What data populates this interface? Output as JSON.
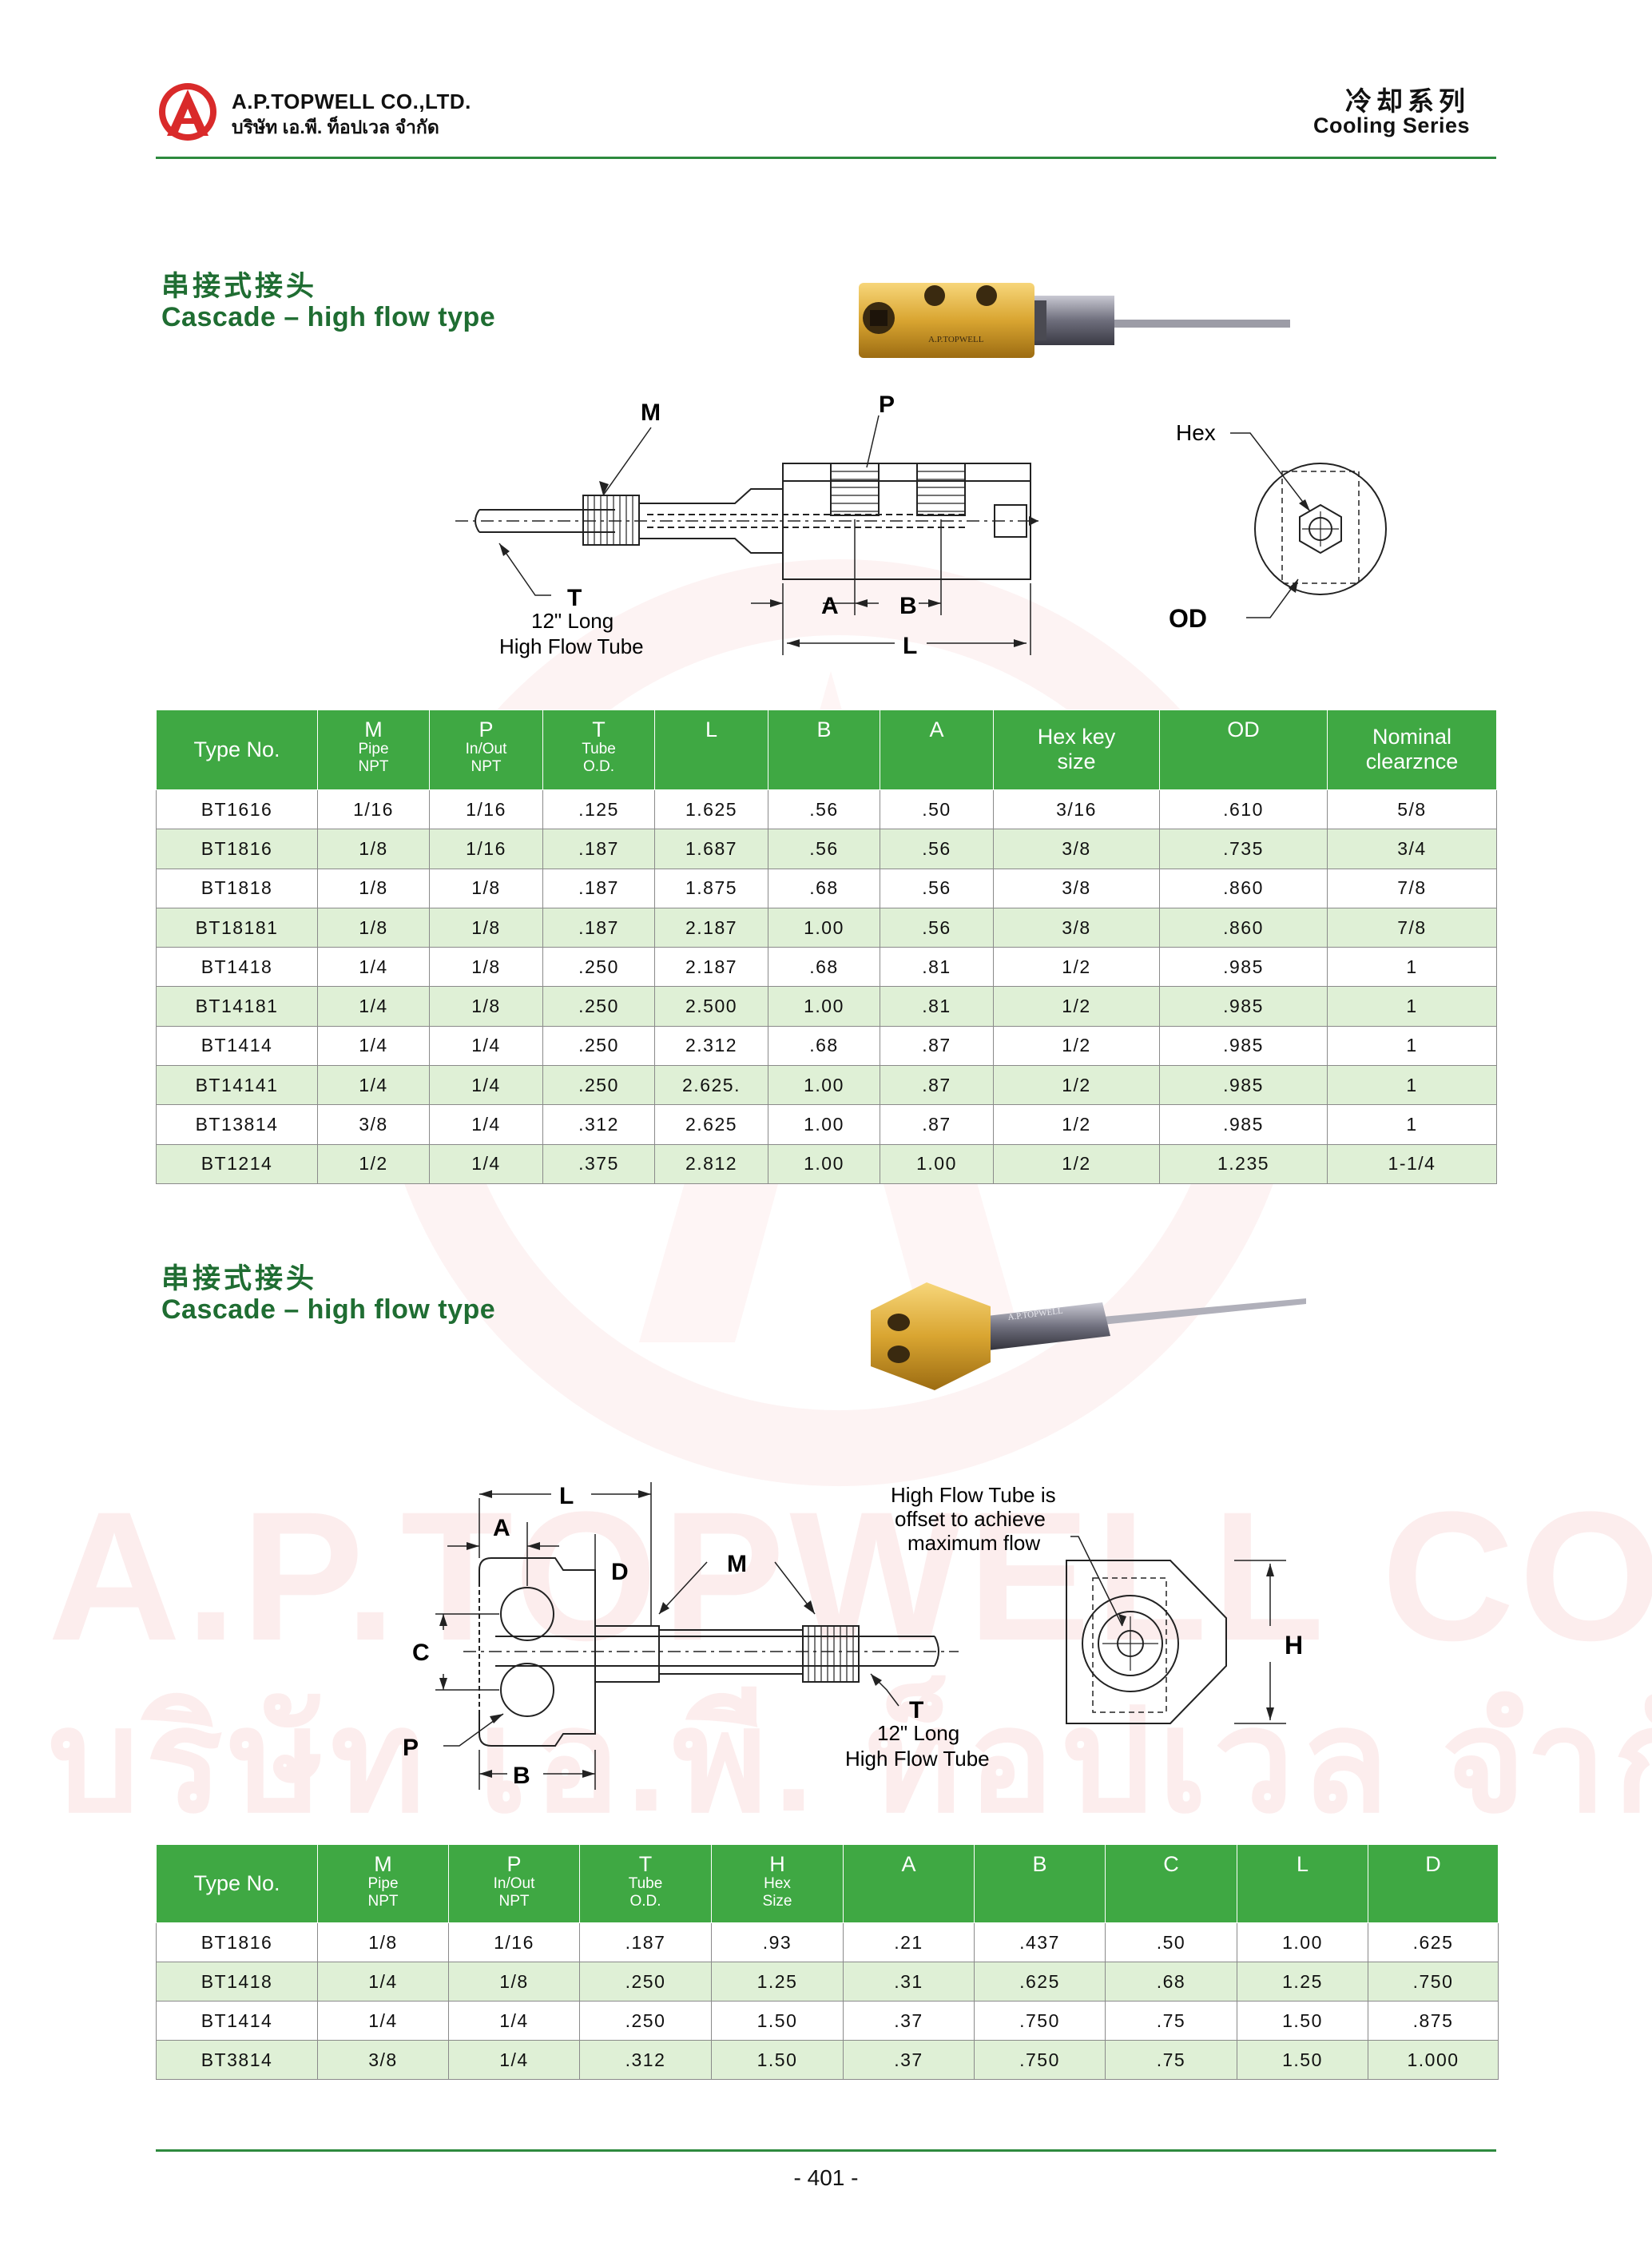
{
  "header": {
    "company_en": "A.P.TOPWELL CO.,LTD.",
    "company_th": "บริษัท เอ.พี. ท็อปเวล จำกัด",
    "series_zh": "冷却系列",
    "series_en": "Cooling Series"
  },
  "watermark": {
    "line1": "A.P.TOPWELL CO.,LTD",
    "line2": "บริษัท เอ.พี. ท็อปเวล จำกัด"
  },
  "section1": {
    "title_zh": "串接式接头",
    "title_en": "Cascade – high flow type",
    "product_marking": "A.P.TOPWELL",
    "diagram": {
      "m": "M",
      "p": "P",
      "t": "T",
      "a": "A",
      "b": "B",
      "l": "L",
      "hex": "Hex",
      "od": "OD",
      "tube_line1": "12\" Long",
      "tube_line2": "High Flow Tube"
    },
    "table": {
      "headers": {
        "type_no": "Type No.",
        "m": "M",
        "m_sub1": "Pipe",
        "m_sub2": "NPT",
        "p": "P",
        "p_sub1": "In/Out",
        "p_sub2": "NPT",
        "t": "T",
        "t_sub1": "Tube",
        "t_sub2": "O.D.",
        "l": "L",
        "b": "B",
        "a": "A",
        "hex1": "Hex key",
        "hex2": "size",
        "od": "OD",
        "nom1": "Nominal",
        "nom2": "clearznce"
      },
      "rows": [
        [
          "BT1616",
          "1/16",
          "1/16",
          ".125",
          "1.625",
          ".56",
          ".50",
          "3/16",
          ".610",
          "5/8"
        ],
        [
          "BT1816",
          "1/8",
          "1/16",
          ".187",
          "1.687",
          ".56",
          ".56",
          "3/8",
          ".735",
          "3/4"
        ],
        [
          "BT1818",
          "1/8",
          "1/8",
          ".187",
          "1.875",
          ".68",
          ".56",
          "3/8",
          ".860",
          "7/8"
        ],
        [
          "BT18181",
          "1/8",
          "1/8",
          ".187",
          "2.187",
          "1.00",
          ".56",
          "3/8",
          ".860",
          "7/8"
        ],
        [
          "BT1418",
          "1/4",
          "1/8",
          ".250",
          "2.187",
          ".68",
          ".81",
          "1/2",
          ".985",
          "1"
        ],
        [
          "BT14181",
          "1/4",
          "1/8",
          ".250",
          "2.500",
          "1.00",
          ".81",
          "1/2",
          ".985",
          "1"
        ],
        [
          "BT1414",
          "1/4",
          "1/4",
          ".250",
          "2.312",
          ".68",
          ".87",
          "1/2",
          ".985",
          "1"
        ],
        [
          "BT14141",
          "1/4",
          "1/4",
          ".250",
          "2.625.",
          "1.00",
          ".87",
          "1/2",
          ".985",
          "1"
        ],
        [
          "BT13814",
          "3/8",
          "1/4",
          ".312",
          "2.625",
          "1.00",
          ".87",
          "1/2",
          ".985",
          "1"
        ],
        [
          "BT1214",
          "1/2",
          "1/4",
          ".375",
          "2.812",
          "1.00",
          "1.00",
          "1/2",
          "1.235",
          "1-1/4"
        ]
      ]
    }
  },
  "section2": {
    "title_zh": "串接式接头",
    "title_en": "Cascade – high flow type",
    "product_marking": "A.P.TOPWELL",
    "diagram": {
      "a": "A",
      "l": "L",
      "d": "D",
      "m": "M",
      "c": "C",
      "p": "P",
      "b": "B",
      "t": "T",
      "h": "H",
      "note1": "High Flow Tube is",
      "note2": "offset to achieve",
      "note3": "maximum flow",
      "tube_line1": "12\" Long",
      "tube_line2": "High Flow Tube"
    },
    "table": {
      "headers": {
        "type_no": "Type No.",
        "m": "M",
        "m_sub1": "Pipe",
        "m_sub2": "NPT",
        "p": "P",
        "p_sub1": "In/Out",
        "p_sub2": "NPT",
        "t": "T",
        "t_sub1": "Tube",
        "t_sub2": "O.D.",
        "h": "H",
        "h_sub1": "Hex",
        "h_sub2": "Size",
        "a": "A",
        "b": "B",
        "c": "C",
        "l": "L",
        "d": "D"
      },
      "rows": [
        [
          "BT1816",
          "1/8",
          "1/16",
          ".187",
          ".93",
          ".21",
          ".437",
          ".50",
          "1.00",
          ".625"
        ],
        [
          "BT1418",
          "1/4",
          "1/8",
          ".250",
          "1.25",
          ".31",
          ".625",
          ".68",
          "1.25",
          ".750"
        ],
        [
          "BT1414",
          "1/4",
          "1/4",
          ".250",
          "1.50",
          ".37",
          ".750",
          ".75",
          "1.50",
          ".875"
        ],
        [
          "BT3814",
          "3/8",
          "1/4",
          ".312",
          "1.50",
          ".37",
          ".750",
          ".75",
          "1.50",
          "1.000"
        ]
      ]
    }
  },
  "footer": {
    "page_number": "- 401 -"
  },
  "colors": {
    "green": "#3fa843",
    "dark_green": "#1f6d32",
    "row_green": "#dff0d6",
    "logo_red": "#d92a2a"
  }
}
